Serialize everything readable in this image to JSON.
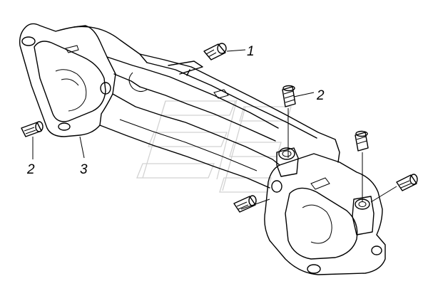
{
  "callouts": {
    "c1": "1",
    "c2a": "2",
    "c2b": "2",
    "c3": "3"
  },
  "colors": {
    "line": "#000000",
    "background": "#ffffff",
    "watermark": "#d2d2d2"
  },
  "parts": [
    {
      "ref": "1",
      "item": "plug"
    },
    {
      "ref": "2",
      "item": "plug"
    },
    {
      "ref": "3",
      "item": "manifold"
    }
  ]
}
